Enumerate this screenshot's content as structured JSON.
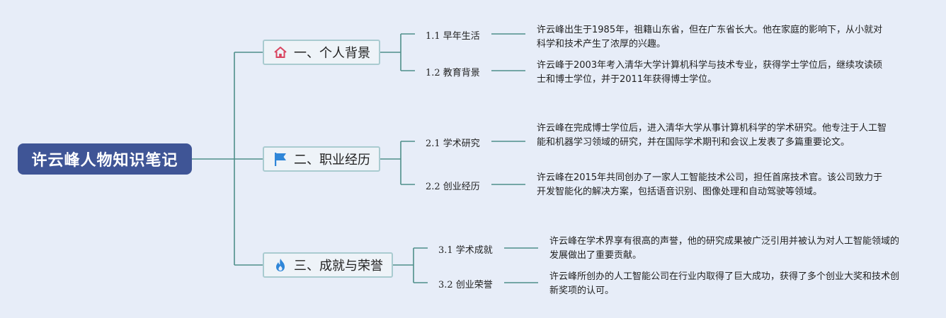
{
  "title": "许云峰人物知识笔记",
  "branches": [
    {
      "label": "一、个人背景",
      "icon": "home-icon",
      "items": [
        {
          "label": "1.1 早年生活",
          "text": "许云峰出生于1985年，祖籍山东省，但在广东省长大。他在家庭的影响下，从小就对科学和技术产生了浓厚的兴趣。"
        },
        {
          "label": "1.2 教育背景",
          "text": "许云峰于2003年考入清华大学计算机科学与技术专业，获得学士学位后，继续攻读硕士和博士学位，并于2011年获得博士学位。"
        }
      ]
    },
    {
      "label": "二、职业经历",
      "icon": "flag-icon",
      "items": [
        {
          "label": "2.1 学术研究",
          "text": "许云峰在完成博士学位后，进入清华大学从事计算机科学的学术研究。他专注于人工智能和机器学习领域的研究，并在国际学术期刊和会议上发表了多篇重要论文。"
        },
        {
          "label": "2.2 创业经历",
          "text": "许云峰在2015年共同创办了一家人工智能技术公司，担任首席技术官。该公司致力于开发智能化的解决方案，包括语音识别、图像处理和自动驾驶等领域。"
        }
      ]
    },
    {
      "label": "三、成就与荣誉",
      "icon": "fire-icon",
      "items": [
        {
          "label": "3.1 学术成就",
          "text": "许云峰在学术界享有很高的声誉，他的研究成果被广泛引用并被认为对人工智能领域的发展做出了重要贡献。"
        },
        {
          "label": "3.2 创业荣誉",
          "text": "许云峰所创办的人工智能公司在行业内取得了巨大成功，获得了多个创业大奖和技术创新奖项的认可。"
        }
      ]
    }
  ]
}
